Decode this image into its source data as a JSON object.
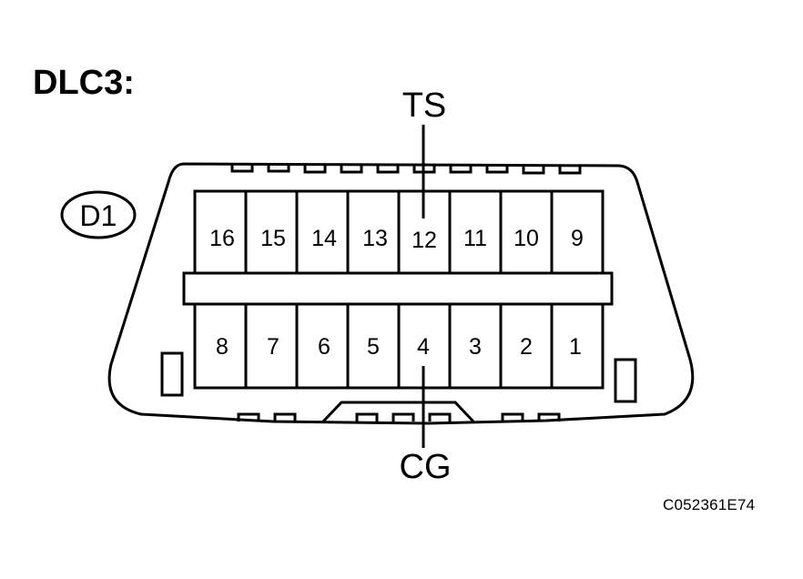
{
  "diagram": {
    "title": "DLC3:",
    "connector_id": "D1",
    "figure_code": "C052361E74",
    "top_row_pins": [
      "16",
      "15",
      "14",
      "13",
      "12",
      "11",
      "10",
      "9"
    ],
    "bottom_row_pins": [
      "8",
      "7",
      "6",
      "5",
      "4",
      "3",
      "2",
      "1"
    ],
    "top_callout": {
      "label": "TS",
      "pin": "12"
    },
    "bottom_callout": {
      "label": "CG",
      "pin": "4"
    }
  }
}
